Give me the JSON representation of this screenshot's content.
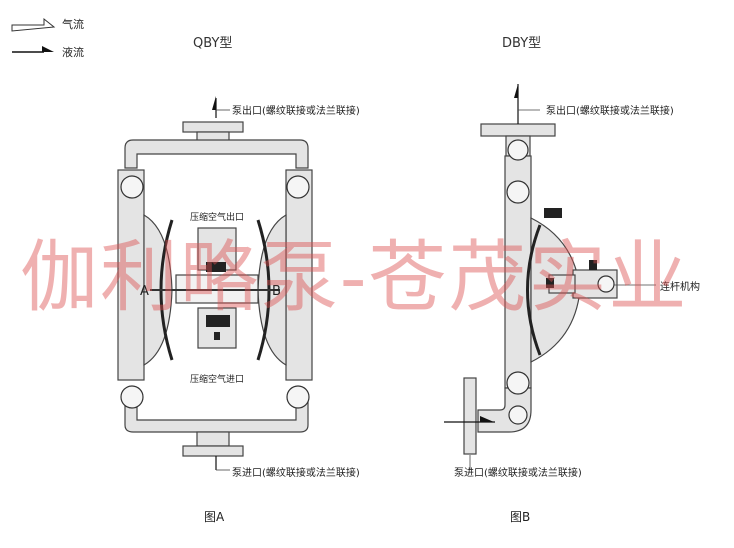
{
  "legend": {
    "air_flow": "气流",
    "liquid_flow": "液流"
  },
  "figure_a": {
    "title": "QBY型",
    "outlet": "泵出口(螺纹联接或法兰联接)",
    "air_outlet": "压缩空气出口",
    "air_inlet": "压缩空气进口",
    "label_a": "A",
    "label_b": "B",
    "inlet": "泵进口(螺纹联接或法兰联接)",
    "caption": "图A"
  },
  "figure_b": {
    "title": "DBY型",
    "outlet": "泵出口(螺纹联接或法兰联接)",
    "linkage": "连杆机构",
    "inlet": "泵进口(螺纹联接或法兰联接)",
    "caption": "图B"
  },
  "watermark": "伽利略泵-苍茂实业"
}
